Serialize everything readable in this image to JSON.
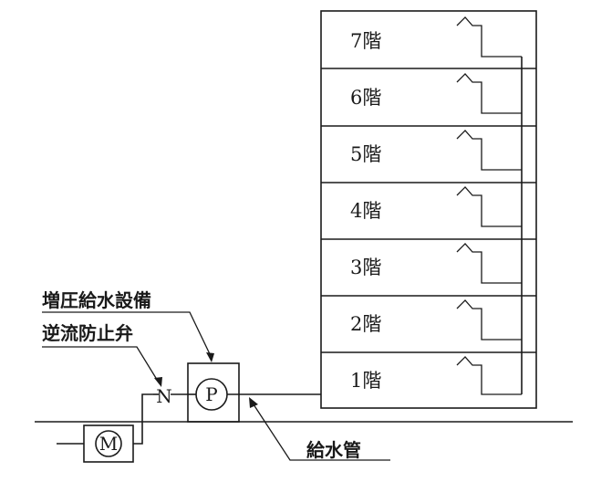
{
  "floors": [
    {
      "label": "7階"
    },
    {
      "label": "6階"
    },
    {
      "label": "5階"
    },
    {
      "label": "4階"
    },
    {
      "label": "3階"
    },
    {
      "label": "2階"
    },
    {
      "label": "1階"
    }
  ],
  "callouts": {
    "booster_equipment": "増圧給水設備",
    "check_valve": "逆流防止弁",
    "supply_pipe": "給水管"
  },
  "symbols": {
    "pump": "P",
    "meter": "M",
    "valve": "N"
  }
}
